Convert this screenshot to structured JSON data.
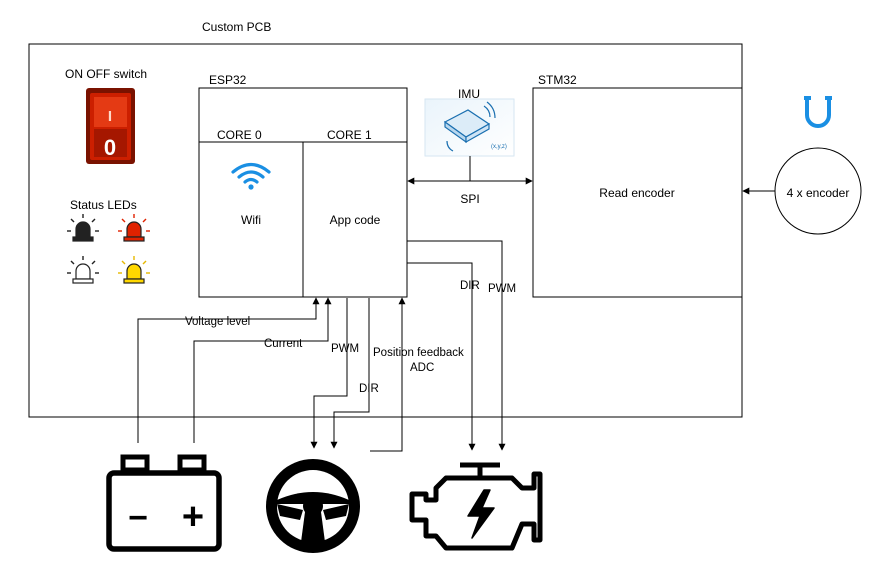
{
  "pcb": {
    "title": "Custom PCB"
  },
  "switch": {
    "label": "ON OFF switch",
    "on_glyph": "I",
    "off_glyph": "0",
    "color": "#cc1f00",
    "icon": "power-switch-icon"
  },
  "leds": {
    "label": "Status LEDs",
    "colors": [
      "#222222",
      "#e02200",
      "#ffffff",
      "#ffd800"
    ],
    "icon": "led-icon"
  },
  "esp32": {
    "title": "ESP32",
    "core0": {
      "title": "CORE 0",
      "content": "Wifi",
      "icon": "wifi-icon",
      "icon_color": "#1a8fe3"
    },
    "core1": {
      "title": "CORE 1",
      "content": "App code"
    }
  },
  "imu": {
    "title": "IMU",
    "icon": "imu-sensor-icon",
    "badge": "(x,y,z)"
  },
  "stm32": {
    "title": "STM32",
    "content": "Read encoder"
  },
  "encoder": {
    "label": "4 x encoder",
    "icon": "magnet-icon",
    "icon_color": "#1a8fe3"
  },
  "signals": {
    "spi": "SPI",
    "voltage": "Voltage level",
    "current": "Current",
    "pwm_wheel": "PWM",
    "dir_wheel": "DIR",
    "position_line1": "Position feedback",
    "position_line2": "ADC",
    "dir_motor": "DIR",
    "pwm_motor": "PWM"
  },
  "devices": {
    "battery": {
      "icon": "battery-icon",
      "minus": "−",
      "plus": "+"
    },
    "wheel": {
      "icon": "steering-wheel-icon"
    },
    "motor": {
      "icon": "engine-icon"
    }
  }
}
